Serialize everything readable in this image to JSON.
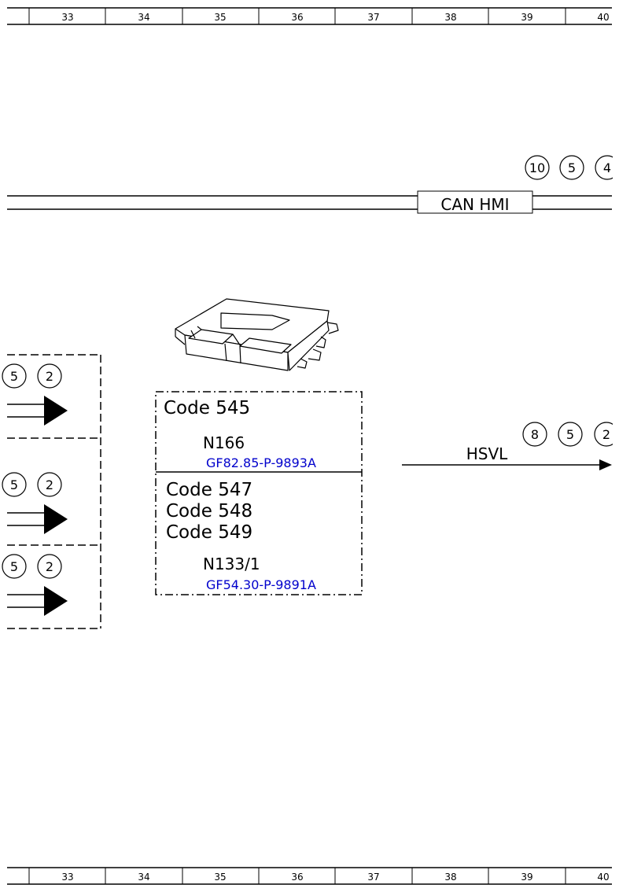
{
  "grid": {
    "top_columns": [
      "33",
      "34",
      "35",
      "36",
      "37",
      "38",
      "39",
      "40"
    ],
    "bottom_columns": [
      "33",
      "34",
      "35",
      "36",
      "37",
      "38",
      "39",
      "40"
    ]
  },
  "can_bus": {
    "label": "CAN HMI",
    "circles": [
      "10",
      "5",
      "4"
    ]
  },
  "hsvl": {
    "label": "HSVL",
    "circles": [
      "8",
      "5",
      "2"
    ]
  },
  "left_connectors": [
    {
      "circles": [
        "5",
        "2"
      ]
    },
    {
      "circles": [
        "5",
        "2"
      ]
    },
    {
      "circles": [
        "5",
        "2"
      ]
    }
  ],
  "module_box": {
    "upper": {
      "code": "Code 545",
      "component": "N166",
      "link": "GF82.85-P-9893A"
    },
    "lower": {
      "codes": [
        "Code 547",
        "Code 548",
        "Code 549"
      ],
      "component": "N133/1",
      "link": "GF54.30-P-9891A"
    }
  }
}
